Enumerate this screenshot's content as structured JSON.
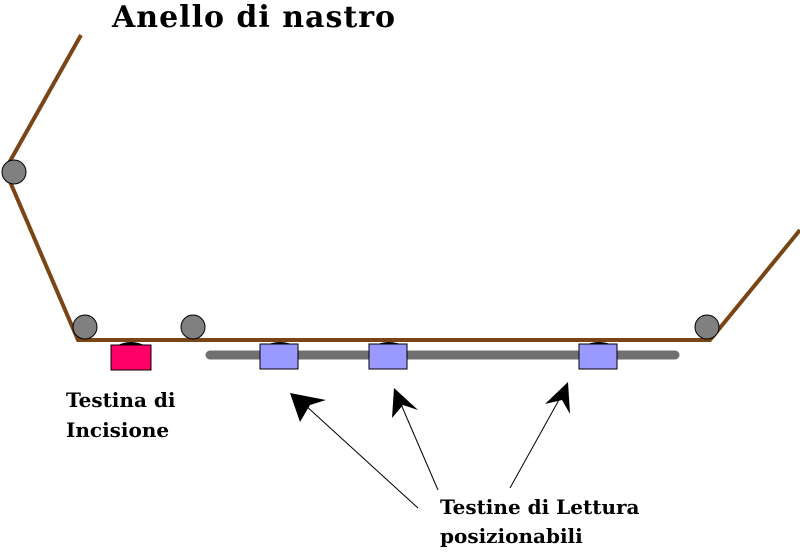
{
  "title": "Anello di nastro",
  "record_head_label": [
    "Testina di",
    "Incisione"
  ],
  "read_heads_label": [
    "Testine di Lettura",
    "posizionabili"
  ],
  "colors": {
    "tape": "#7a4514",
    "roller": "#808080",
    "rail": "#707070",
    "record_head": "#ff0066",
    "read_head": "#9999ff",
    "head_cap": "#000000",
    "arrow": "#000000"
  }
}
